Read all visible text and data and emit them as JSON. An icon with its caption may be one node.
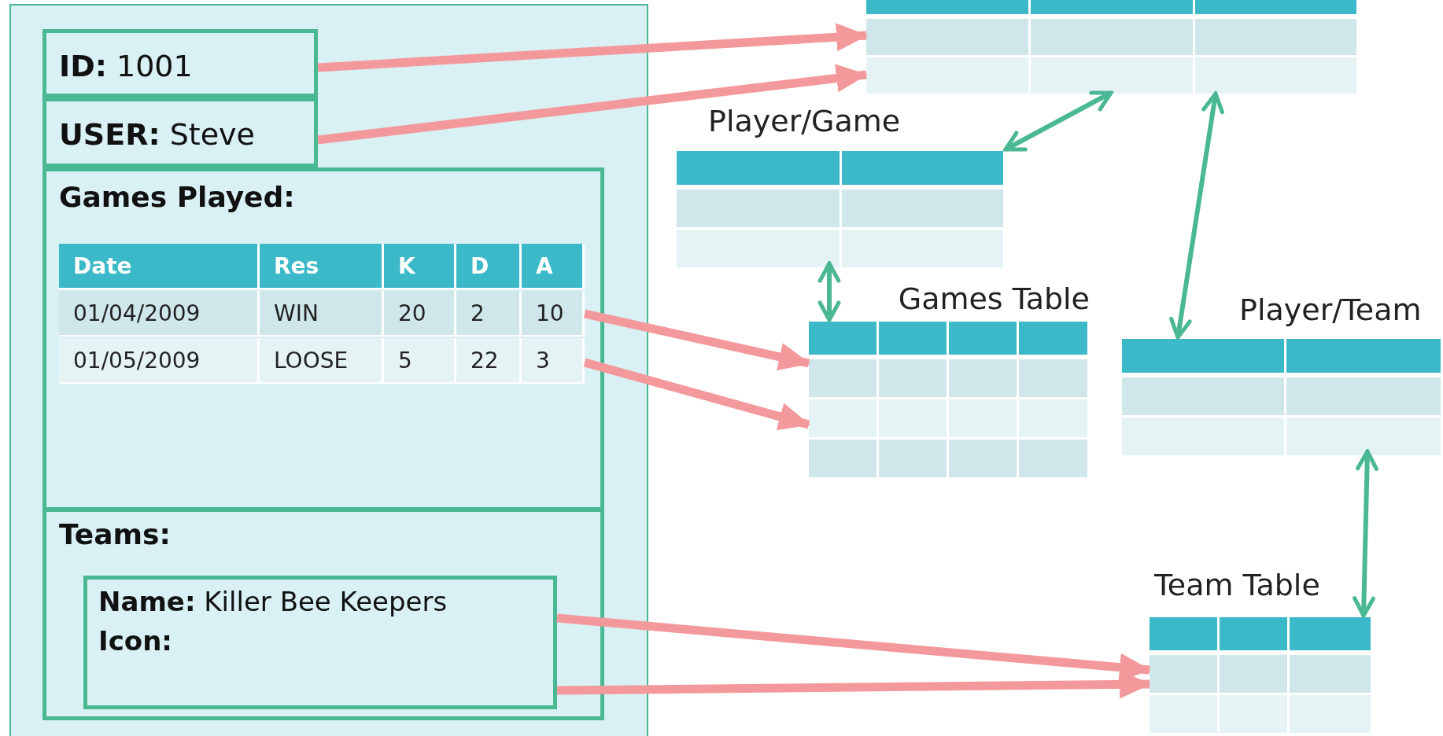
{
  "diagram": {
    "nodes": [
      {
        "text": [],
        "shape": "box"
      },
      {
        "text": [
          "**ID:** 1001"
        ],
        "in": 0
      },
      {
        "text": [
          "**USER:** Steve"
        ],
        "in": 0
      },
      {
        "text": [
          "Games Played:"
        ],
        "in": 0
      },
      {
        "text": [
          "Date",
          "Res",
          "K",
          "D",
          "A"
        ],
        "in": 3
      },
      {
        "text": [
          "01/04/2009",
          "WIN",
          "20",
          "2",
          "10"
        ],
        "in": 3
      },
      {
        "text": [
          "01/05/2009",
          "LOOSE",
          "5",
          "22",
          "3"
        ],
        "in": 3
      },
      {
        "text": [
          "Teams:"
        ],
        "in": 0
      },
      {
        "text": [
          "**Name:** Killer Bee Keepers",
          "**Icon:**"
        ],
        "in": 7
      },
      {
        "text": [],
        "shape": "table"
      },
      {
        "text": [
          "Player/Game"
        ]
      },
      {
        "text": [
          "Games Table"
        ]
      },
      {
        "text": [
          "Player/Team"
        ]
      },
      {
        "text": [
          "Team Table"
        ]
      }
    ],
    "edges": [
      {
        "from": 1,
        "to": 9,
        "arrow": "to",
        "color": "#f4999b"
      },
      {
        "from": 2,
        "to": 9,
        "arrow": "to",
        "color": "#f4999b"
      },
      {
        "from": 10,
        "to": 9,
        "arrow": "both",
        "color": "#4bb894"
      },
      {
        "from": 10,
        "to": 11,
        "arrow": "both",
        "color": "#4bb894"
      },
      {
        "from": 9,
        "to": 12,
        "arrow": "both",
        "color": "#4bb894"
      },
      {
        "from": 5,
        "to": 11,
        "arrow": "to",
        "color": "#f4999b"
      },
      {
        "from": 6,
        "to": 11,
        "arrow": "to",
        "color": "#f4999b"
      },
      {
        "from": 12,
        "to": 13,
        "arrow": "both",
        "color": "#4bb894"
      },
      {
        "from": 8,
        "to": 13,
        "arrow": "to",
        "color": "#f4999b"
      },
      {
        "from": 8,
        "to": 13,
        "arrow": "to",
        "color": "#f4999b"
      }
    ]
  }
}
